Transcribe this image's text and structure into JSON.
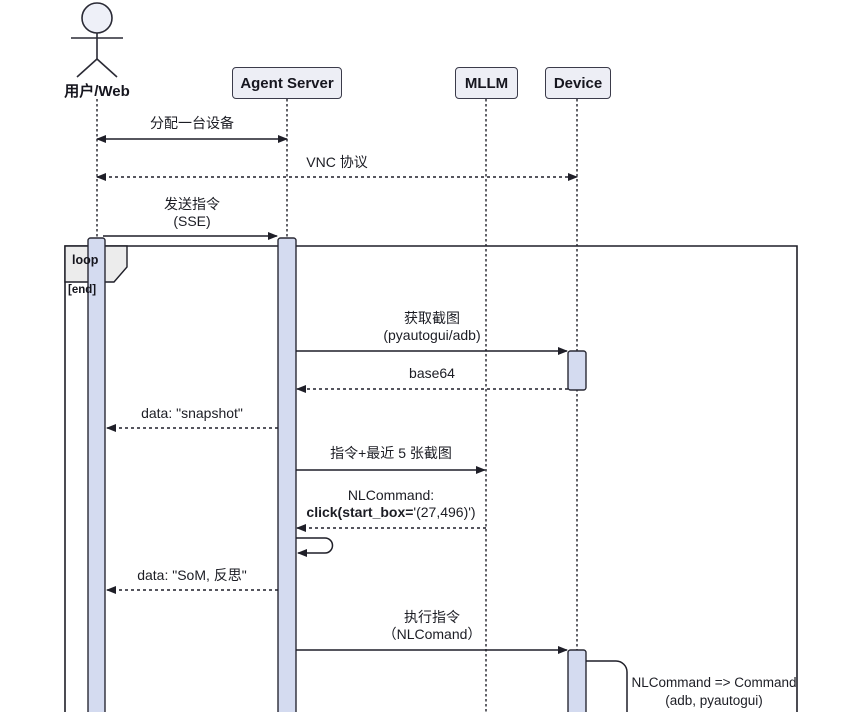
{
  "diagram_type": "uml-sequence-diagram",
  "participants": {
    "user": {
      "label": "用户/Web",
      "kind": "actor"
    },
    "agent": {
      "label": "Agent Server",
      "kind": "participant"
    },
    "mllm": {
      "label": "MLLM",
      "kind": "participant"
    },
    "device": {
      "label": "Device",
      "kind": "participant"
    }
  },
  "loop": {
    "label": "loop",
    "condition": "[end]"
  },
  "messages": {
    "allocate": "分配一台设备",
    "vnc": "VNC 协议",
    "send1": "发送指令",
    "send2": "(SSE)",
    "shot1": "获取截图",
    "shot2": "(pyautogui/adb)",
    "base64": "base64",
    "snapshot": "data: \"snapshot\"",
    "cmd5": "指令+最近 5 张截图",
    "nl1": "NLCommand:",
    "nl2_bold": "click(start_box=",
    "nl2_rest": "'(27,496)')",
    "som": "data: \"SoM, 反思\"",
    "exec1": "执行指令",
    "exec2": "（NLComand）",
    "note1": "NLCommand => Command",
    "note2": "(adb, pyautogui)"
  },
  "flows": [
    {
      "from": "user",
      "to": "agent",
      "line": "solid",
      "heads": "both",
      "label": "分配一台设备"
    },
    {
      "from": "user",
      "to": "device",
      "line": "dashed",
      "heads": "both",
      "label": "VNC 协议"
    },
    {
      "from": "user",
      "to": "agent",
      "line": "solid",
      "heads": "to",
      "label": "发送指令 (SSE)"
    },
    {
      "from": "agent",
      "to": "device",
      "line": "solid",
      "heads": "to",
      "label": "获取截图 (pyautogui/adb)"
    },
    {
      "from": "device",
      "to": "agent",
      "line": "dashed",
      "heads": "to",
      "label": "base64"
    },
    {
      "from": "agent",
      "to": "user",
      "line": "dashed",
      "heads": "to",
      "label": "data: \"snapshot\""
    },
    {
      "from": "agent",
      "to": "mllm",
      "line": "solid",
      "heads": "to",
      "label": "指令+最近 5 张截图"
    },
    {
      "from": "mllm",
      "to": "agent",
      "line": "dashed",
      "heads": "to",
      "label": "NLCommand: click(start_box='(27,496)')"
    },
    {
      "from": "agent",
      "to": "agent",
      "line": "solid",
      "heads": "to",
      "label": ""
    },
    {
      "from": "agent",
      "to": "user",
      "line": "dashed",
      "heads": "to",
      "label": "data: \"SoM, 反思\""
    },
    {
      "from": "agent",
      "to": "device",
      "line": "solid",
      "heads": "to",
      "label": "执行指令 （NLComand）"
    },
    {
      "from": "device",
      "to": "device",
      "line": "solid",
      "heads": "none",
      "label": "NLCommand => Command (adb, pyautogui)"
    }
  ],
  "colors": {
    "background": "#ffffff",
    "participant_fill": "#edeef5",
    "participant_border": "#3b3b4a",
    "activation_fill": "#d4dbf0",
    "line": "#1f1f28",
    "loop_tab_fill": "#ececec",
    "text": "#1c1d24"
  }
}
